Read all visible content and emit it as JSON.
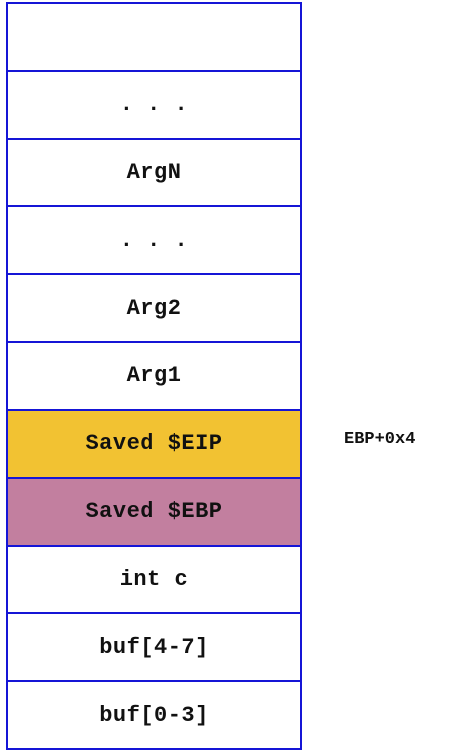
{
  "colors": {
    "border": "#1515d6",
    "saved_eip": "#f2c232",
    "saved_ebp": "#c27f9f",
    "default": "#ffffff"
  },
  "stack": {
    "cells": [
      {
        "label": "",
        "color": "#ffffff"
      },
      {
        "label": ". . .",
        "color": "#ffffff"
      },
      {
        "label": "ArgN",
        "color": "#ffffff"
      },
      {
        "label": ". . .",
        "color": "#ffffff"
      },
      {
        "label": "Arg2",
        "color": "#ffffff"
      },
      {
        "label": "Arg1",
        "color": "#ffffff"
      },
      {
        "label": "Saved $EIP",
        "color": "#f2c232"
      },
      {
        "label": "Saved $EBP",
        "color": "#c27f9f"
      },
      {
        "label": "int c",
        "color": "#ffffff"
      },
      {
        "label": "buf[4-7]",
        "color": "#ffffff"
      },
      {
        "label": "buf[0-3]",
        "color": "#ffffff"
      }
    ]
  },
  "annotations": {
    "eip_offset": "EBP+0x4"
  }
}
